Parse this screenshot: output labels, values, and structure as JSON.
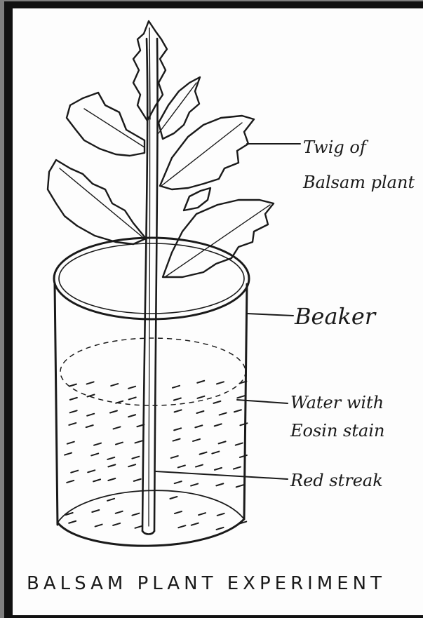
{
  "diagram": {
    "title": "BALSAM PLANT EXPERIMENT",
    "labels": {
      "twig": [
        "Twig of",
        "Balsam plant"
      ],
      "beaker": "Beaker",
      "water": [
        "Water with",
        "Eosin stain"
      ],
      "streak": "Red streak"
    }
  },
  "colors": {
    "paper": "#fdfdfd",
    "ink": "#1a1a1a",
    "frame": "#111111",
    "backdrop": "#7f7f7f"
  }
}
